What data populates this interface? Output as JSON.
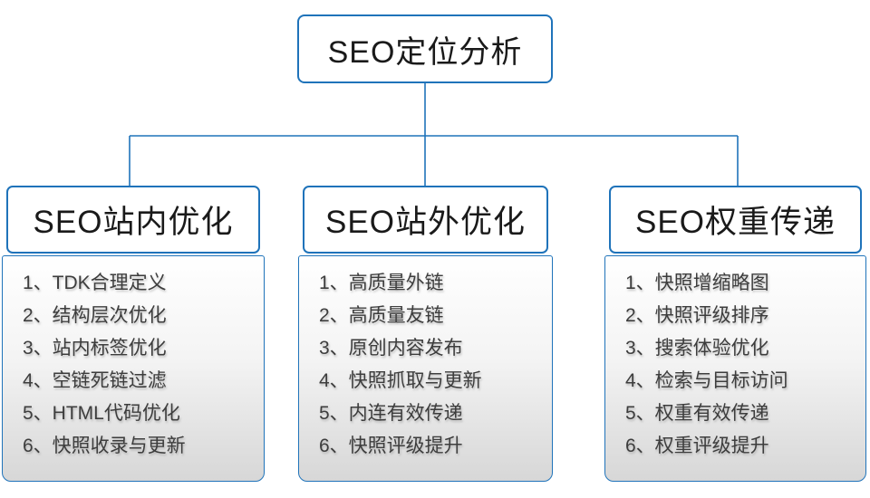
{
  "diagram": {
    "root": {
      "title": "SEO定位分析"
    },
    "columns": [
      {
        "title": "SEO站内优化",
        "items": [
          "1、TDK合理定义",
          "2、结构层次优化",
          "3、站内标签优化",
          "4、空链死链过滤",
          "5、HTML代码优化",
          "6、快照收录与更新"
        ]
      },
      {
        "title": "SEO站外优化",
        "items": [
          "1、高质量外链",
          "2、高质量友链",
          "3、原创内容发布",
          "4、快照抓取与更新",
          "5、内连有效传递",
          "6、快照评级提升"
        ]
      },
      {
        "title": "SEO权重传递",
        "items": [
          "1、快照增缩略图",
          "2、快照评级排序",
          "3、搜索体验优化",
          "4、检索与目标访问",
          "5、权重有效传递",
          "6、权重评级提升"
        ]
      }
    ],
    "colors": {
      "connector_and_border_blue": "#1f73ba",
      "header_text": "#1a1a1a",
      "item_text": "#3d3d3d",
      "list_gradient_top": "#ffffff",
      "list_gradient_bottom": "#d7d7d7",
      "background": "#ffffff"
    }
  }
}
